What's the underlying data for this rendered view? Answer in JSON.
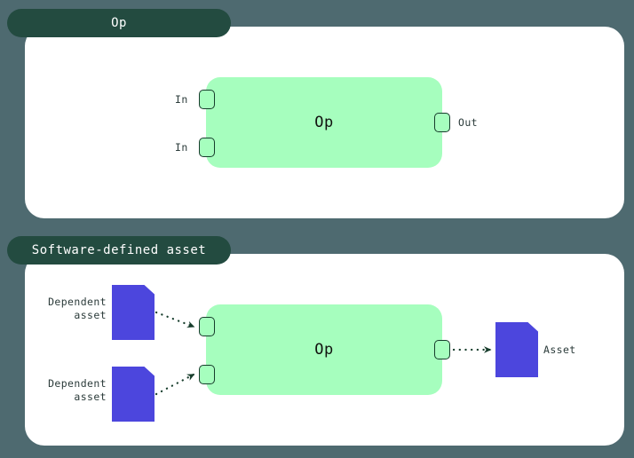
{
  "background_color": "#4e6a70",
  "panel_color": "#ffffff",
  "tab_color": "#234b40",
  "op_node_color": "#a6febe",
  "port_border_color": "#173d2c",
  "asset_color": "#4c46dd",
  "connector_color": "#173d2c",
  "text_color": "#2b3b3a",
  "panels": [
    {
      "id": "op",
      "tab_label": "Op",
      "node_label": "Op",
      "ports": [
        {
          "id": "in-1",
          "label": "In",
          "side": "left"
        },
        {
          "id": "in-2",
          "label": "In",
          "side": "left"
        },
        {
          "id": "out-1",
          "label": "Out",
          "side": "right"
        }
      ]
    },
    {
      "id": "software-defined-asset",
      "tab_label": "Software-defined asset",
      "node_label": "Op",
      "ports": [
        {
          "id": "in-3",
          "label": "",
          "side": "left"
        },
        {
          "id": "in-4",
          "label": "",
          "side": "left"
        },
        {
          "id": "out-2",
          "label": "",
          "side": "right"
        }
      ],
      "assets": [
        {
          "id": "dep-1",
          "label": "Dependent\nasset",
          "role": "input"
        },
        {
          "id": "dep-2",
          "label": "Dependent\nasset",
          "role": "input"
        },
        {
          "id": "out",
          "label": "Asset",
          "role": "output"
        }
      ],
      "connections": [
        {
          "from": "dep-1",
          "to": "in-3",
          "style": "dotted-arrow"
        },
        {
          "from": "dep-2",
          "to": "in-4",
          "style": "dotted-arrow"
        },
        {
          "from": "out-2",
          "to": "out",
          "style": "dotted-arrow"
        }
      ]
    }
  ]
}
